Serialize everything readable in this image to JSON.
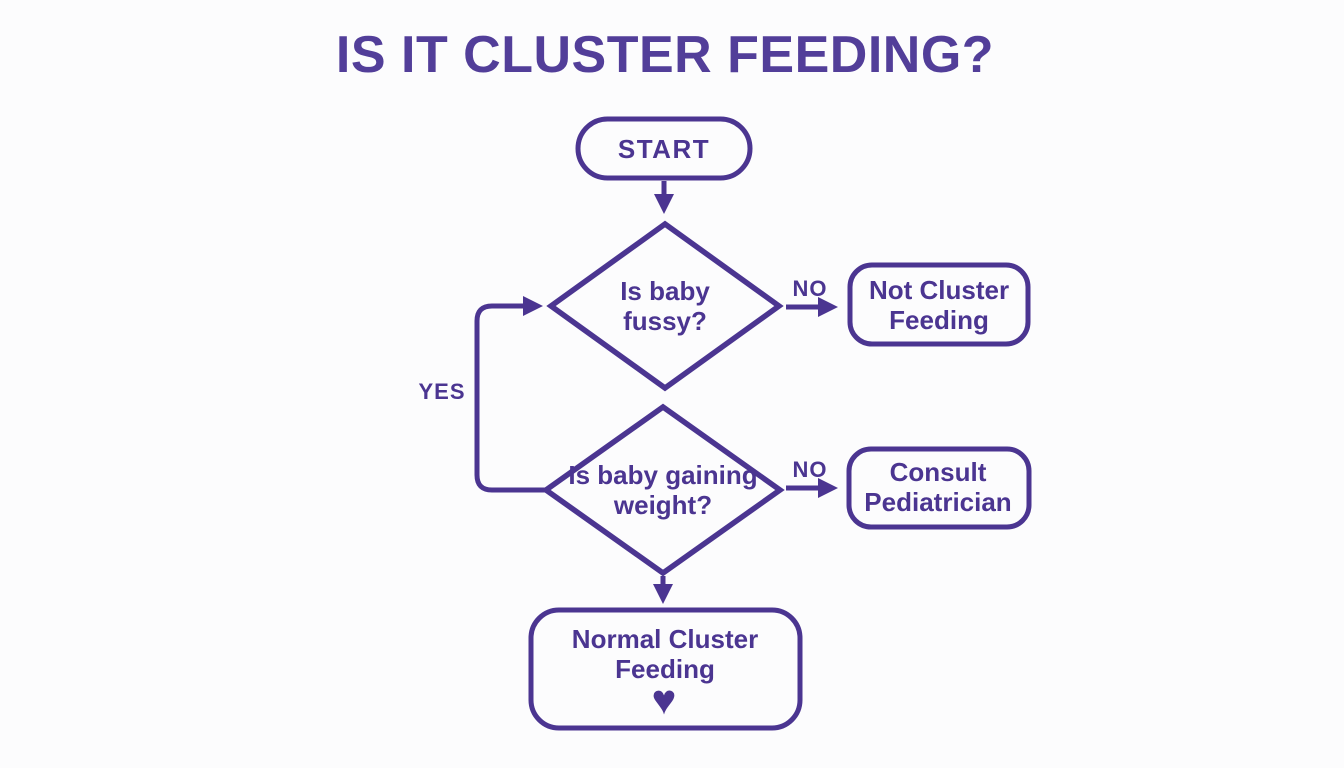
{
  "title": "IS IT CLUSTER FEEDING?",
  "colors": {
    "accent": "#4B3591",
    "title": "#523E99",
    "background": "#FCFCFD"
  },
  "flowchart": {
    "start": {
      "label": "START"
    },
    "decision_fussy": {
      "label": "Is baby\nfussy?"
    },
    "decision_weight": {
      "label": "Is baby gaining\nweight?"
    },
    "result_not_cluster": {
      "label": "Not Cluster\nFeeding"
    },
    "result_consult": {
      "label": "Consult\nPediatrician"
    },
    "result_normal": {
      "label": "Normal Cluster\nFeeding",
      "heart_icon": "♥"
    },
    "labels": {
      "yes": "YES",
      "no_fussy": "NO",
      "no_weight": "NO"
    }
  }
}
